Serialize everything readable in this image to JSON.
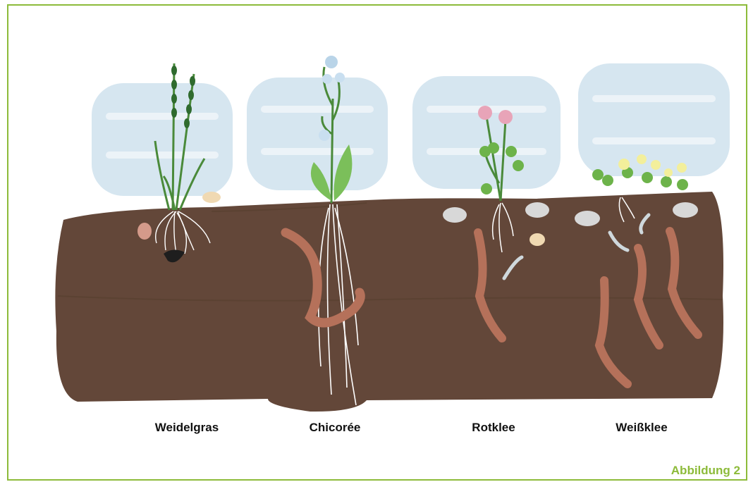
{
  "plants": [
    {
      "label": "Weidelgras"
    },
    {
      "label": "Chicorée"
    },
    {
      "label": "Rotklee"
    },
    {
      "label": "Weißklee"
    }
  ],
  "figure_label": "Abbildung 2",
  "colors": {
    "border": "#8dbb3a",
    "soil": "#634739",
    "sky": "#d6e6f0",
    "earthworm": "#b5715a",
    "root": "#ffffff",
    "leaf": "#6db34a",
    "caption": "#8dbb3a"
  }
}
